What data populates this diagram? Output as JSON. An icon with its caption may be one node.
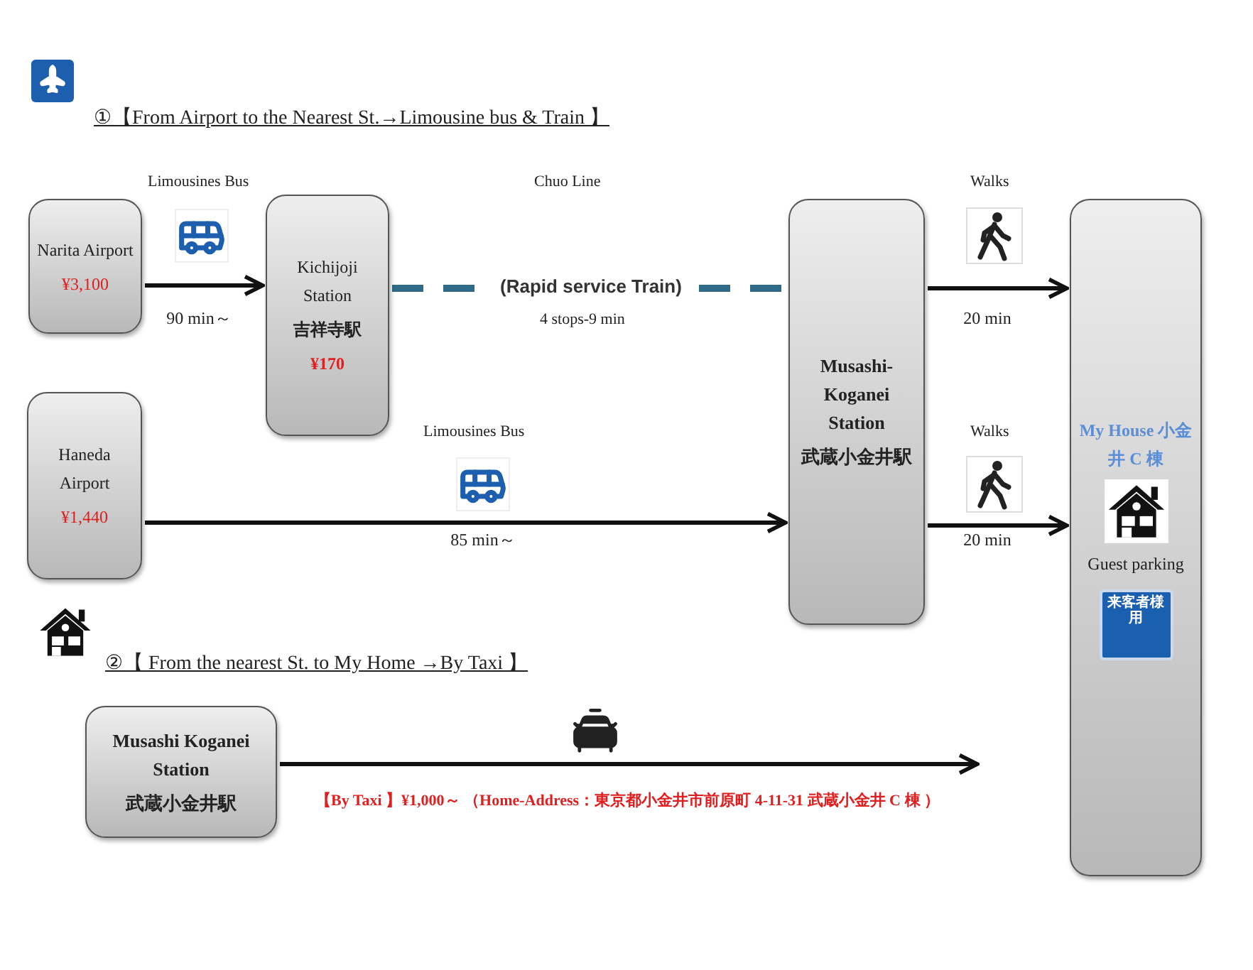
{
  "diagram": {
    "nodes": [
      {
        "text": [
          "Narita Airport",
          "¥3,100"
        ]
      },
      {
        "text": [
          "Kichijoji Station",
          "吉祥寺駅",
          "¥170"
        ]
      },
      {
        "text": [
          "Haneda Airport",
          "¥1,440"
        ]
      },
      {
        "text": [
          "Musashi-Koganei Station",
          "武蔵小金井駅"
        ]
      },
      {
        "text": [
          "My House 小金井 C 棟",
          "Guest parking"
        ]
      },
      {
        "text": [
          "Musashi Koganei Station",
          "武蔵小金井駅"
        ]
      }
    ],
    "edges": [
      {
        "from": 0,
        "to": 1,
        "arrow": "to",
        "label": "90 min～"
      },
      {
        "from": 1,
        "to": 3,
        "arrow": "none",
        "label": "(Rapid service Train)",
        "style": "dashed",
        "color": "#2f6b86"
      },
      {
        "from": 2,
        "to": 3,
        "arrow": "to",
        "label": "85 min～"
      },
      {
        "from": 3,
        "to": 4,
        "arrow": "to",
        "label": "20 min"
      },
      {
        "from": 3,
        "to": 4,
        "arrow": "to",
        "label": "20 min"
      },
      {
        "from": 5,
        "to": null,
        "arrow": "to",
        "label": "【By Taxi 】¥1,000～ （Home-Address：東京都小金井市前原町 4-11-31 武蔵小金井 C 棟 ）"
      }
    ],
    "labels": [
      "①【From Airport to the Nearest St.→Limousine bus & Train 】",
      "Limousines Bus",
      "Chuo Line",
      "4 stops-9 min",
      "Limousines Bus",
      "Walks",
      "Walks",
      "②【 From the nearest St. to My Home →By Taxi 】",
      "来客者様用"
    ]
  }
}
